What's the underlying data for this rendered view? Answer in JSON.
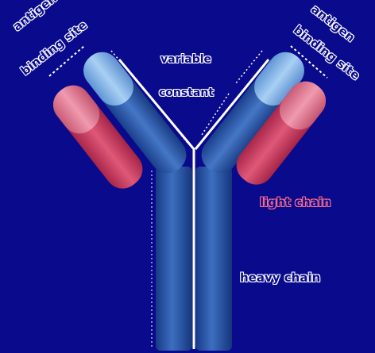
{
  "labels": {
    "left_site_line1": "antigen",
    "left_site_line2": "binding site",
    "right_site_line1": "antigen",
    "right_site_line2": "binding site",
    "variable": "variable",
    "constant": "constant",
    "light_chain": "light chain",
    "heavy_chain": "heavy chain"
  },
  "colors": {
    "background": "#0a0a8c",
    "heavy_chain": "#2f5fb0",
    "heavy_variable": "#7fb2e6",
    "light_chain": "#c83a5e",
    "light_variable": "#e9879c",
    "label_white": "#ffffff",
    "label_pink": "#ff6f8e"
  }
}
